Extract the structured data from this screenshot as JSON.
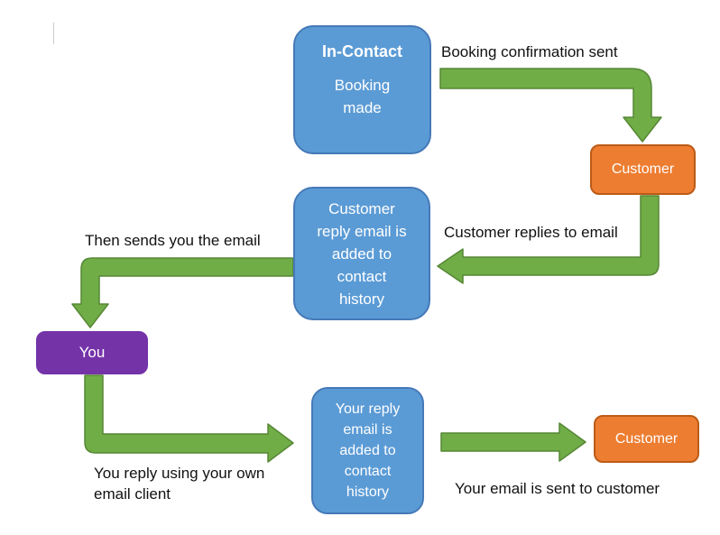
{
  "colors": {
    "box_blue": "#5B9BD5",
    "box_blue_border": "#4579B8",
    "box_orange": "#ED7D31",
    "box_orange_border": "#BC5B16",
    "box_purple": "#7533A8",
    "arrow_green": "#70AD47",
    "arrow_green_border": "#568735",
    "box_text": "#FFFFFF",
    "label_text": "#111111"
  },
  "nodes": {
    "in_contact": {
      "title": "In-Contact",
      "body": "Booking\nmade"
    },
    "customer_top": {
      "label": "Customer"
    },
    "reply_added": {
      "label": "Customer\nreply email is\nadded to\ncontact\nhistory"
    },
    "you": {
      "label": "You"
    },
    "your_reply_added": {
      "label": "Your reply\nemail is\nadded to\ncontact\nhistory"
    },
    "customer_bottom": {
      "label": "Customer"
    }
  },
  "labels": {
    "booking_confirmation": "Booking confirmation sent",
    "customer_replies": "Customer replies to email",
    "then_sends": "Then sends you the email",
    "you_reply": "You reply using your own\nemail client",
    "email_sent": "Your email is sent to customer"
  }
}
